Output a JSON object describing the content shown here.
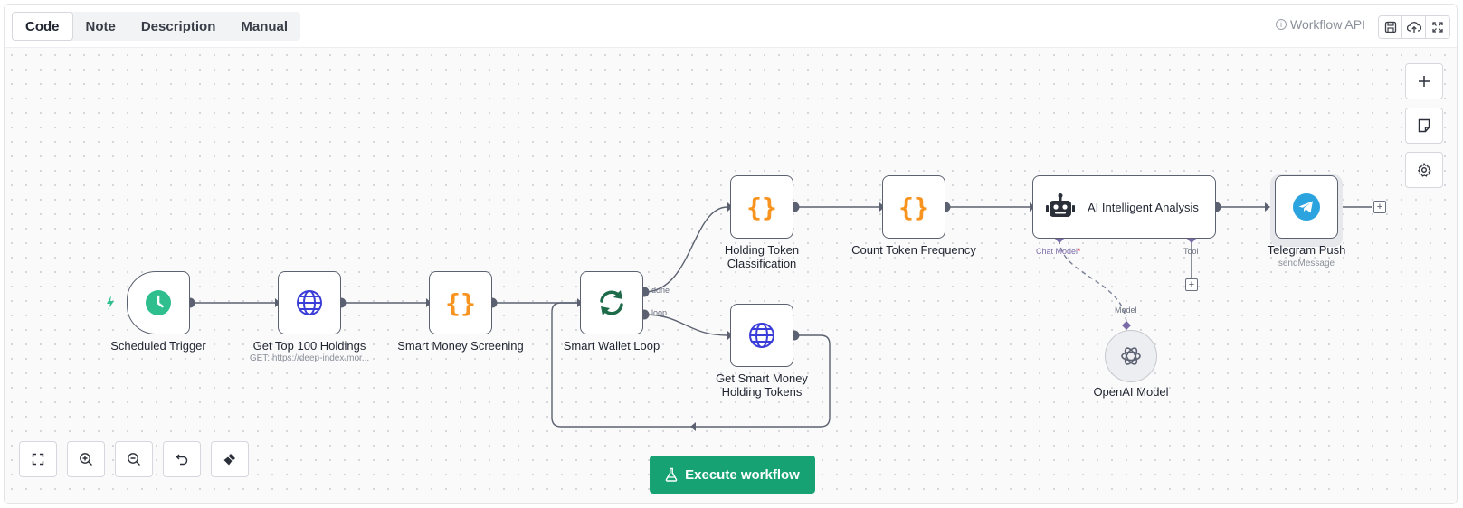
{
  "tabs": [
    {
      "label": "Code",
      "active": true
    },
    {
      "label": "Note",
      "active": false
    },
    {
      "label": "Description",
      "active": false
    },
    {
      "label": "Manual",
      "active": false
    }
  ],
  "header": {
    "api_link": "Workflow API",
    "icons": [
      "save-icon",
      "cloud-upload-icon",
      "fullscreen-icon"
    ]
  },
  "nodes": {
    "scheduled_trigger": {
      "label": "Scheduled Trigger",
      "icon": "clock-icon"
    },
    "get_top_holdings": {
      "label": "Get Top 100 Holdings",
      "subtitle": "GET: https://deep-index.mor...",
      "icon": "globe-icon"
    },
    "smart_money_screening": {
      "label": "Smart Money Screening",
      "icon": "code-braces-icon"
    },
    "smart_wallet_loop": {
      "label": "Smart Wallet Loop",
      "icon": "loop-icon",
      "outputs": [
        "done",
        "loop"
      ]
    },
    "holding_token_classification": {
      "label_line1": "Holding Token",
      "label_line2": "Classification",
      "icon": "code-braces-icon"
    },
    "count_token_frequency": {
      "label": "Count Token Frequency",
      "icon": "code-braces-icon"
    },
    "ai_analysis": {
      "label": "AI Intelligent Analysis",
      "icon": "robot-icon",
      "chat_model_label": "Chat Model",
      "required_mark": "*",
      "tool_label": "Tool"
    },
    "telegram_push": {
      "label": "Telegram Push",
      "subtitle": "sendMessage",
      "icon": "telegram-icon"
    },
    "get_smart_money_tokens": {
      "label_line1": "Get Smart Money",
      "label_line2": "Holding Tokens",
      "icon": "globe-icon"
    },
    "openai_model": {
      "label": "OpenAI Model",
      "port_label": "Model",
      "icon": "openai-icon"
    }
  },
  "right_toolbar": [
    "plus-icon",
    "sticky-note-icon",
    "settings-icon"
  ],
  "bottom_toolbar": [
    "fit-view-icon",
    "zoom-in-icon",
    "zoom-out-icon",
    "undo-icon",
    "clean-up-icon"
  ],
  "execute_button": {
    "label": "Execute workflow",
    "icon": "flask-icon"
  },
  "colors": {
    "accent": "#17a274",
    "edge": "#5b6170",
    "orange": "#f7931e",
    "globe": "#3b3dd8",
    "loop": "#1e6b4a",
    "telegram": "#2aa3de",
    "trigger": "#2fbf8f",
    "chat_model": "#7b6aa8"
  }
}
